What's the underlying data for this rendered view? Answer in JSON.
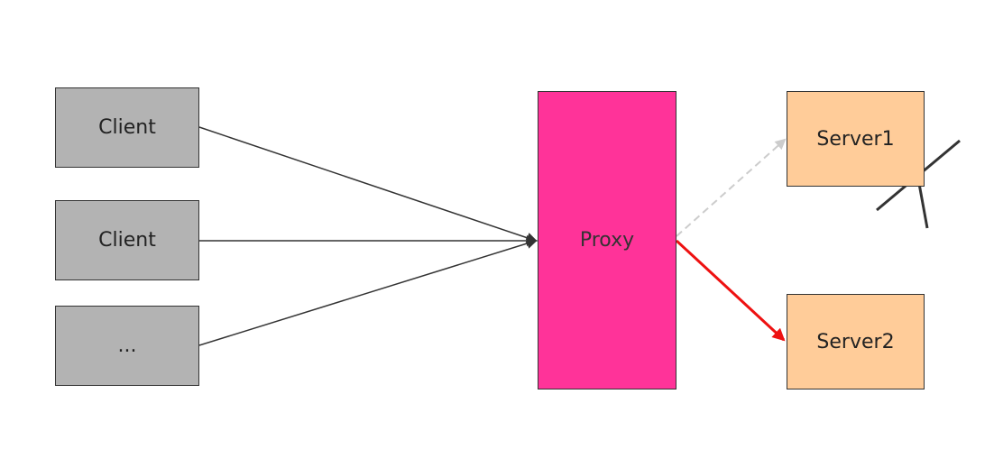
{
  "clients": [
    {
      "label": "Client"
    },
    {
      "label": "Client"
    },
    {
      "label": "..."
    }
  ],
  "proxy": {
    "label": "Proxy"
  },
  "servers": [
    {
      "label": "Server1",
      "status": "down"
    },
    {
      "label": "Server2",
      "status": "active"
    }
  ],
  "colors": {
    "client_fill": "#b3b3b3",
    "proxy_fill": "#ff3399",
    "server_fill": "#ffcc99",
    "active_route": "#ee1111",
    "inactive_route": "#cccccc",
    "client_route": "#333333"
  }
}
